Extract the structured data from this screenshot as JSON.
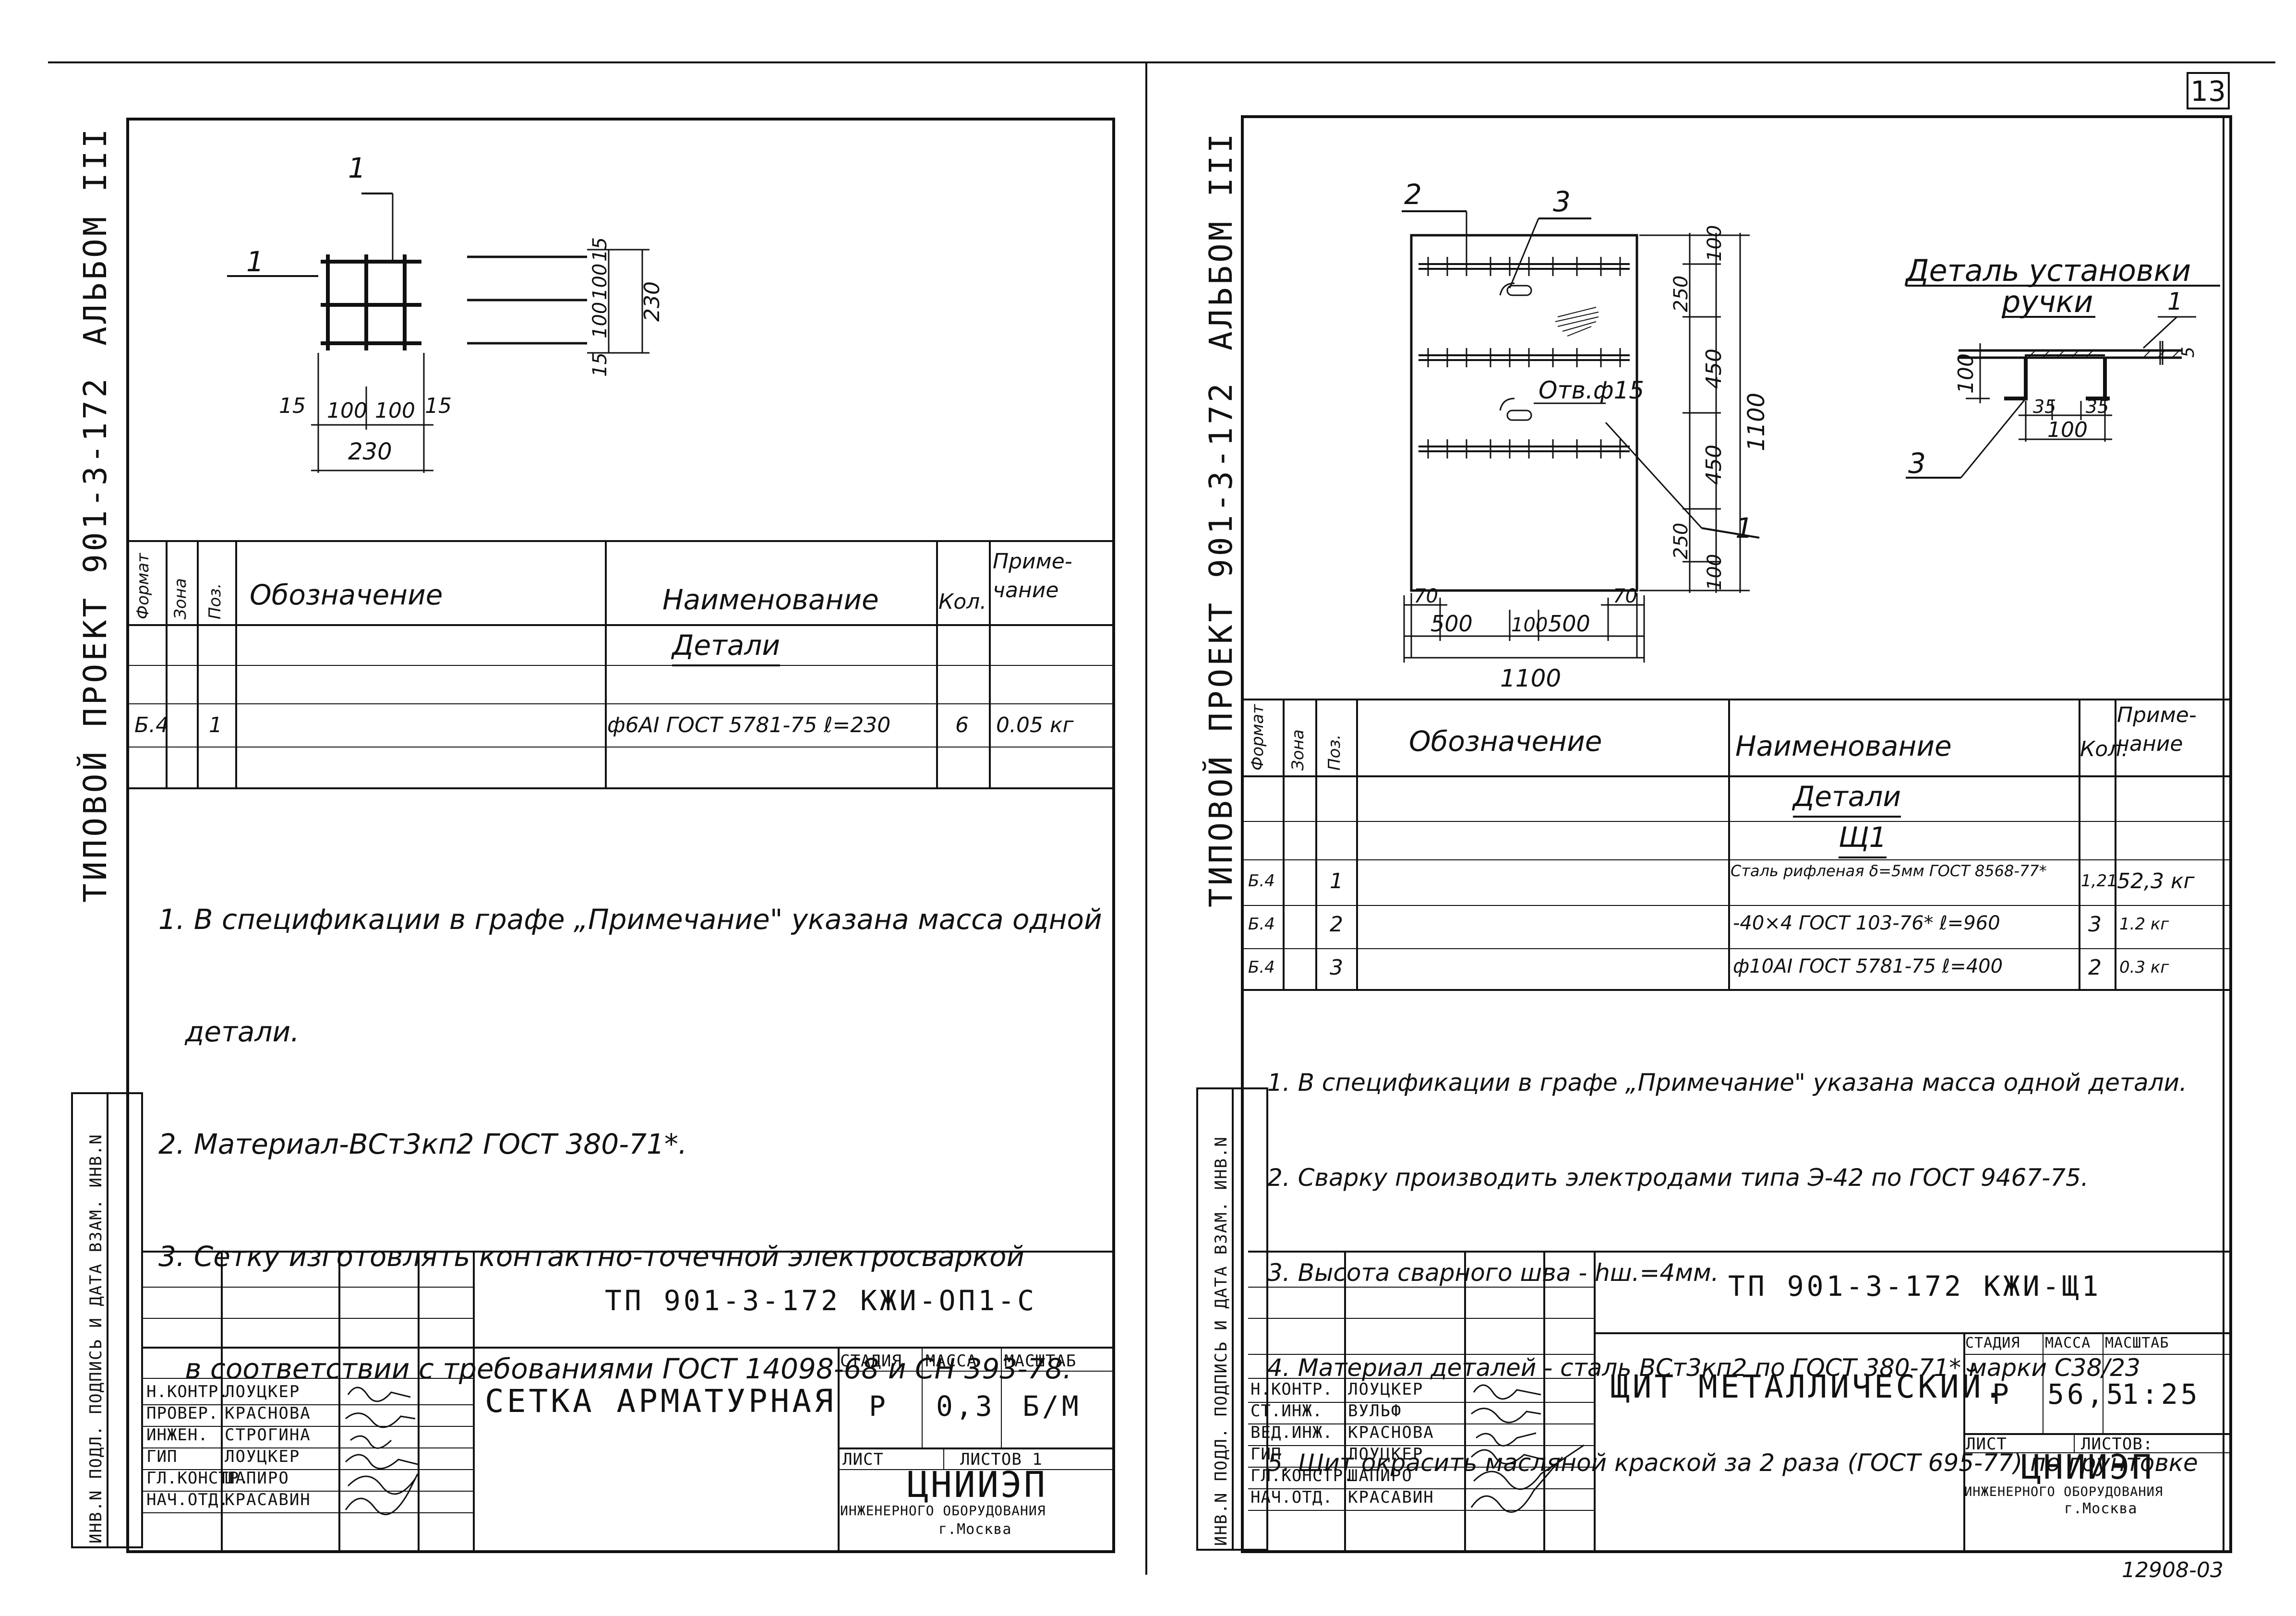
{
  "page_number": "13",
  "left": {
    "side_top_label": "Альбом III",
    "side_project_label": "Типовой проект 901-3-172",
    "side_fields": "Инв.N подл.  Подпись и дата  Взам. инв.N",
    "drawing": {
      "pos_top": "1",
      "pos_left": "1",
      "dims_bottom": [
        "15",
        "100",
        "100",
        "15"
      ],
      "dim_total_bottom": "230",
      "dims_right": [
        "15",
        "100",
        "100",
        "15"
      ],
      "dim_total_right": "230"
    },
    "spec": {
      "headers": {
        "format": "Формат",
        "zone": "Зона",
        "pos": "Поз.",
        "designation": "Обозначение",
        "name": "Наименование",
        "qty": "Кол.",
        "note": "Приме-чание"
      },
      "section": "Детали",
      "rows": [
        {
          "format": "Б.4",
          "zone": "",
          "pos": "1",
          "designation": "",
          "name": "ф6АI ГОСТ 5781-75 ℓ=230",
          "qty": "6",
          "note": "0.05 кг"
        }
      ]
    },
    "notes": [
      "1. В спецификации в графе „Примечание\" указана масса одной",
      "   детали.",
      "2. Материал-ВСт3кп2 ГОСТ 380-71*.",
      "3. Сетку изготовлять контактно-точечной электросваркой",
      "   в соответствии с требованиями ГОСТ 14098-68 и СН 393-78."
    ],
    "title_block": {
      "doc_code": "ТП 901-3-172    КЖИ-ОП1-С",
      "title": "Сетка арматурная",
      "stage_label": "Стадия",
      "mass_label": "Масса",
      "scale_label": "Масштаб",
      "stage": "Р",
      "mass": "0,3",
      "scale": "Б/М",
      "sheet_label": "Лист",
      "sheets_label": "Листов 1",
      "org": "ЦНИИЭП",
      "org_sub1": "инженерного оборудования",
      "org_sub2": "г.Москва",
      "roles": [
        {
          "role": "Н.контр.",
          "name": "Лоуцкер"
        },
        {
          "role": "Провер.",
          "name": "Краснова"
        },
        {
          "role": "Инжен.",
          "name": "Строгина"
        },
        {
          "role": "ГИП",
          "name": "Лоуцкер"
        },
        {
          "role": "Гл.констр.",
          "name": "Шапиро"
        },
        {
          "role": "Нач.отд.",
          "name": "Красавин"
        }
      ]
    }
  },
  "right": {
    "side_top_label": "Альбом III",
    "side_project_label": "Типовой проект 901-3-172",
    "side_fields": "Инв.N подл.  Подпись и дата  Взам. инв.N",
    "drawing": {
      "pos_2": "2",
      "pos_3": "3",
      "pos_1": "1",
      "hole_label": "Отв.ф15",
      "dims_right": [
        "100",
        "250",
        "450",
        "450",
        "250",
        "100"
      ],
      "dim_total_right": "1100",
      "dims_bottom": [
        "70",
        "500",
        "100",
        "500",
        "70"
      ],
      "dim_total_bottom": "1100",
      "detail_title_1": "Деталь установки",
      "detail_title_2": "ручки",
      "detail_pos_1": "1",
      "detail_pos_3": "3",
      "detail_dim_height": "100",
      "detail_dim_t": "5",
      "detail_dims_bottom": [
        "35",
        "35"
      ],
      "detail_dim_total": "100"
    },
    "spec": {
      "headers": {
        "format": "Формат",
        "zone": "Зона",
        "pos": "Поз.",
        "designation": "Обозначение",
        "name": "Наименование",
        "qty": "Кол.",
        "note": "Приме-чание"
      },
      "section": "Детали",
      "subsection": "Щ1",
      "rows": [
        {
          "format": "Б.4",
          "zone": "",
          "pos": "1",
          "designation": "",
          "name": "Сталь рифленая δ=5мм ГОСТ 8568-77*",
          "qty": "1,21",
          "note": "52,3 кг"
        },
        {
          "format": "Б.4",
          "zone": "",
          "pos": "2",
          "designation": "",
          "name": "-40×4 ГОСТ 103-76* ℓ=960",
          "qty": "3",
          "note": "1.2 кг"
        },
        {
          "format": "Б.4",
          "zone": "",
          "pos": "3",
          "designation": "",
          "name": "ф10АI ГОСТ 5781-75 ℓ=400",
          "qty": "2",
          "note": "0.3 кг"
        }
      ]
    },
    "notes": [
      "1. В спецификации в графе „Примечание\" указана масса одной детали.",
      "2. Сварку производить электродами типа Э-42 по ГОСТ 9467-75.",
      "3. Высота сварного шва - hш.=4мм.",
      "4. Материал деталей - сталь ВСт3кп2 по ГОСТ 380-71* марки С38/23",
      "5. Щит окрасить масляной краской за 2 раза (ГОСТ 695-77) по грунтовке"
    ],
    "title_block": {
      "doc_code": "ТП 901-3-172    КЖИ-Щ1",
      "title": "Щит металлический.",
      "stage_label": "Стадия",
      "mass_label": "Масса",
      "scale_label": "Масштаб",
      "stage": "Р",
      "mass": "56,5",
      "scale": "1:25",
      "sheet_label": "Лист",
      "sheets_label": "Листов:",
      "org": "ЦНИИЭП",
      "org_sub1": "инженерного оборудования",
      "org_sub2": "г.Москва",
      "roles": [
        {
          "role": "Н.контр.",
          "name": "Лоуцкер"
        },
        {
          "role": "Ст.инж.",
          "name": "Вульф"
        },
        {
          "role": "Вед.инж.",
          "name": "Краснова"
        },
        {
          "role": "ГИП",
          "name": "Лоуцкер"
        },
        {
          "role": "Гл.констр.",
          "name": "Шапиро"
        },
        {
          "role": "Нач.отд.",
          "name": "Красавин"
        }
      ]
    },
    "archive_number": "12908-03"
  },
  "colors": {
    "ink": "#111111",
    "paper": "#ffffff"
  }
}
